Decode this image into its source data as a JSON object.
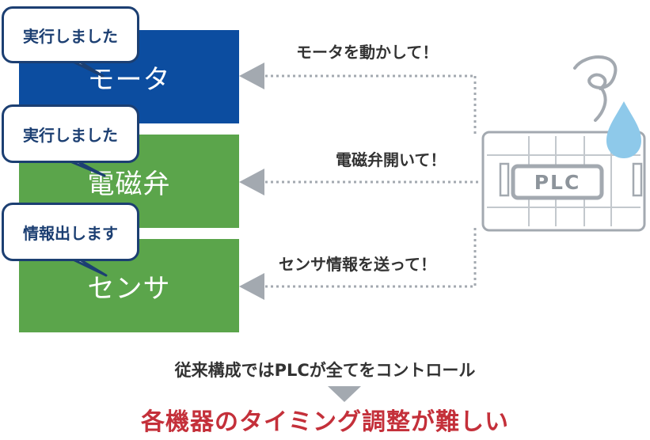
{
  "devices": {
    "motor": {
      "label": "モータ",
      "bubble": "実行しました",
      "command": "モータを動かして！"
    },
    "valve": {
      "label": "電磁弁",
      "bubble": "実行しました",
      "command": "電磁弁開いて！"
    },
    "sensor": {
      "label": "センサ",
      "bubble": "情報出します",
      "command": "センサ情報を送って！"
    }
  },
  "plc": {
    "label": "PLC",
    "icons": [
      "spiral-icon",
      "droplet-icon"
    ]
  },
  "footer": {
    "note": "従来構成ではPLCが全てをコントロール",
    "problem": "各機器のタイミング調整が難しい"
  },
  "colors": {
    "motor": "#0c4da0",
    "green": "#5ba54b",
    "bubble_border": "#1c3f72",
    "arrow": "#a3a9b0",
    "problem_text": "#c4303a",
    "droplet": "#8ec9ea"
  }
}
